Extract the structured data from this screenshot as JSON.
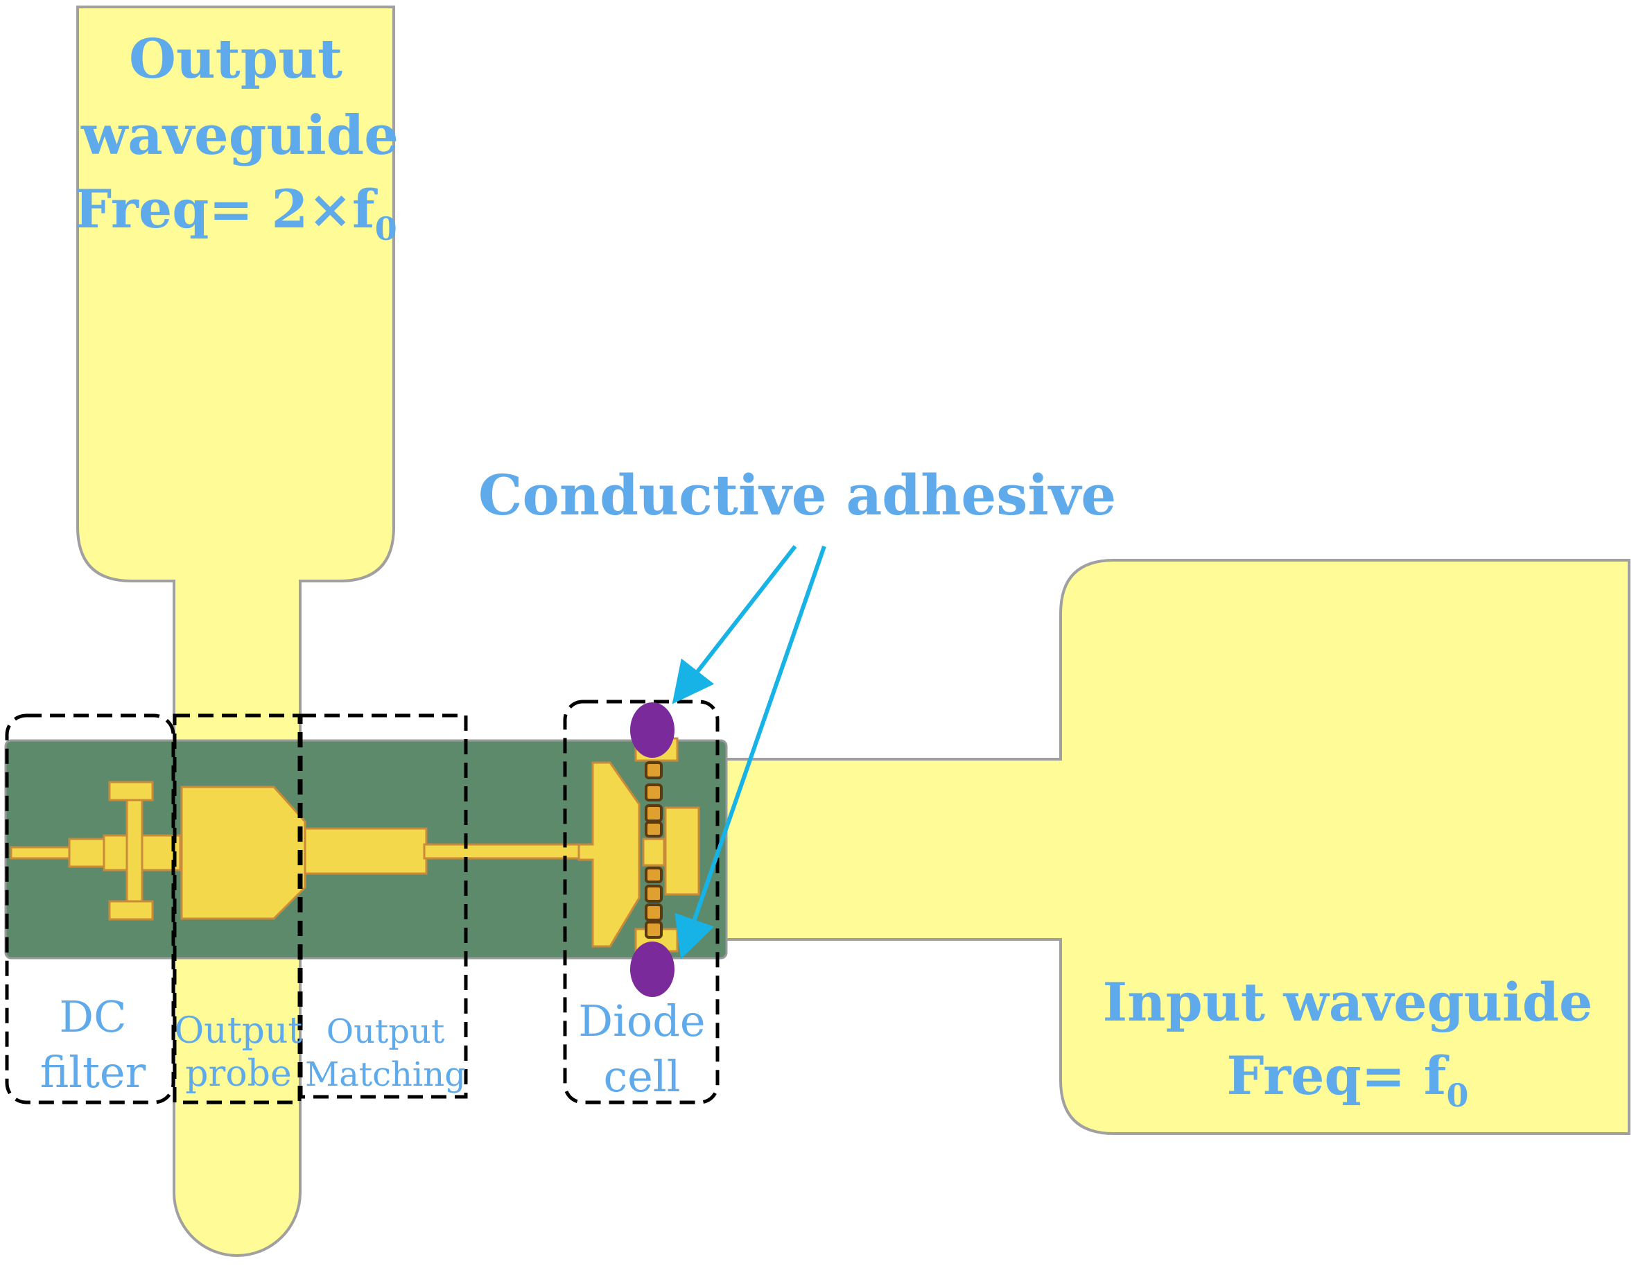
{
  "labels": {
    "output_waveguide": {
      "line1": "Output",
      "line2": "waveguide",
      "freq_prefix": "Freq= 2×f",
      "freq_sub": "0"
    },
    "input_waveguide": {
      "line1": "Input waveguide",
      "freq_prefix": "Freq= f",
      "freq_sub": "0"
    },
    "conductive_adhesive": "Conductive adhesive",
    "dc_filter": {
      "line1": "DC",
      "line2": "filter"
    },
    "output_probe": {
      "line1": "Output",
      "line2": "probe"
    },
    "output_matching": {
      "line1": "Output",
      "line2": "Matching"
    },
    "diode_cell": {
      "line1": "Diode",
      "line2": "cell"
    }
  },
  "colors": {
    "waveguide_fill": "#fffb96",
    "waveguide_stroke": "#a0a0a0",
    "substrate": "#5d8a6a",
    "metal": "#f2d84a",
    "metal_edge": "#c98a3a",
    "adhesive": "#7a2a9a",
    "arrow": "#17b3e6",
    "label": "#5eaaea",
    "box_stroke": "#000000"
  }
}
